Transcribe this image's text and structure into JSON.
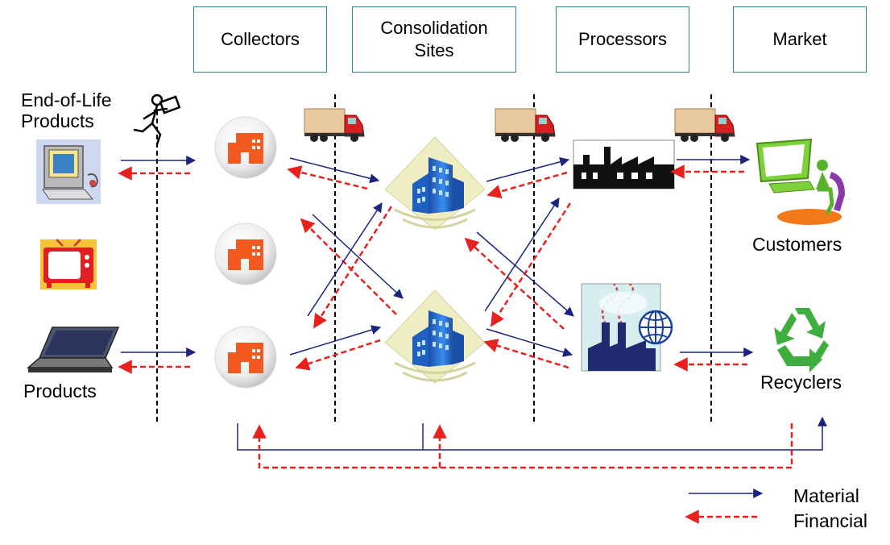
{
  "stages": [
    {
      "id": "collectors",
      "label": "Collectors"
    },
    {
      "id": "consolidation",
      "label": "Consolidation\nSites"
    },
    {
      "id": "processors",
      "label": "Processors"
    },
    {
      "id": "market",
      "label": "Market"
    }
  ],
  "sources": {
    "end_of_life": "End-of-Life\nProducts",
    "products": "Products"
  },
  "destinations": {
    "customers": "Customers",
    "recyclers": "Recyclers"
  },
  "legend": {
    "material": "Material",
    "financial": "Financial"
  },
  "colors": {
    "material": "#1a237e",
    "financial": "#e8211d",
    "box_border": "#2e7f86",
    "collector": "#f25a1f",
    "building": "#2f7bd8"
  },
  "icons": [
    "desktop-computer-icon",
    "television-icon",
    "laptop-icon",
    "running-person-icon",
    "delivery-truck-icon",
    "collector-warehouse-icon",
    "consolidation-building-icon",
    "factory-icon",
    "recycling-plant-icon",
    "customer-computer-icon",
    "recycle-icon"
  ]
}
